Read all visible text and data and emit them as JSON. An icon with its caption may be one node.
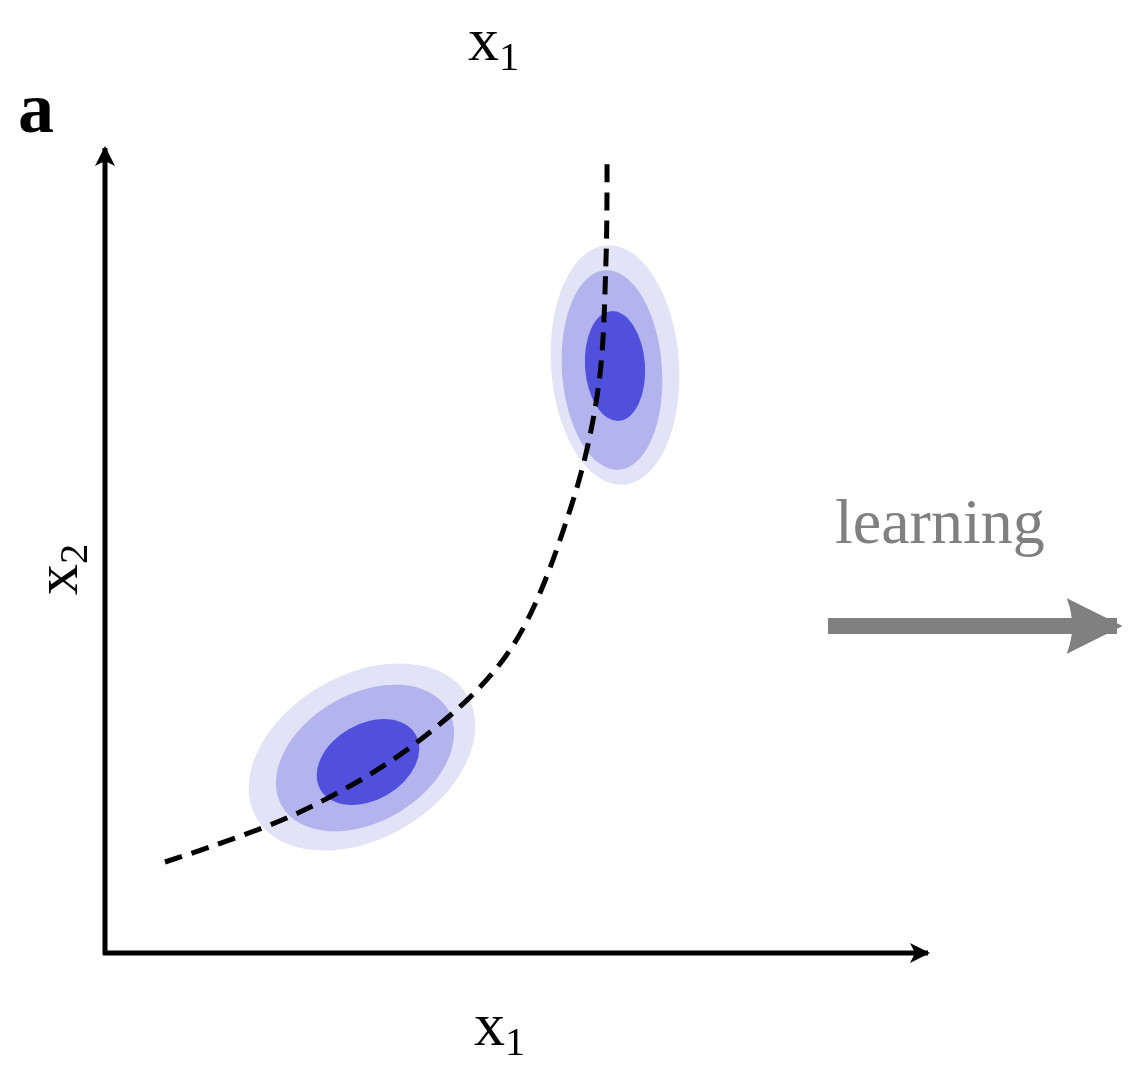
{
  "diagram": {
    "labels": [
      "a",
      "x$_{1}$",
      "x$_{2}$",
      "x$_{1}$",
      "learning"
    ]
  }
}
